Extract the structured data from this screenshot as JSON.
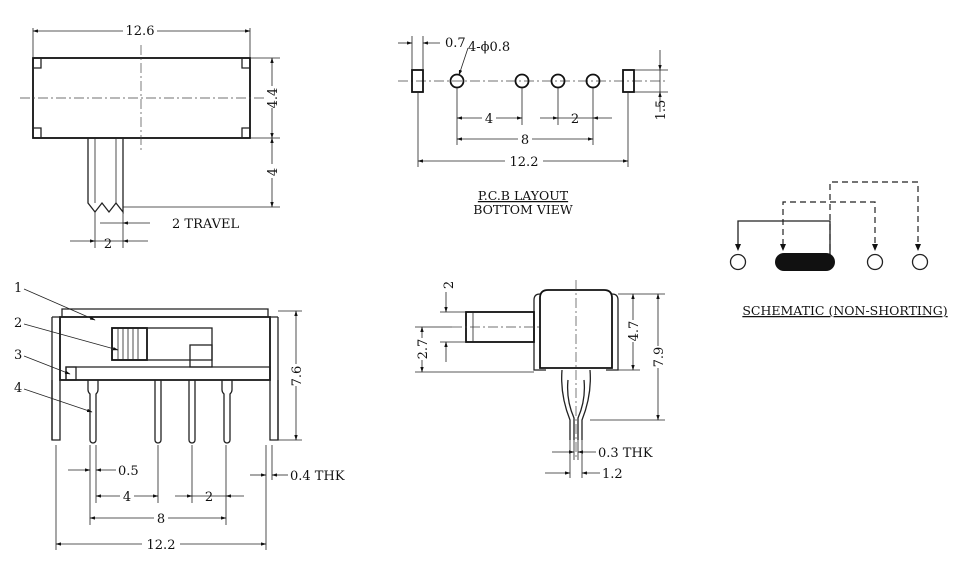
{
  "top_view": {
    "width_dim": "12.6",
    "body_height_dim": "4.4",
    "actuator_dim": "4",
    "actuator_width_dim": "2",
    "travel_label": "2 TRAVEL"
  },
  "pcb_layout": {
    "dim_slot": "0.7",
    "dim_holes": "4-ϕ0.8",
    "dim_pitch_4": "4",
    "dim_pitch_2": "2",
    "dim_span_8": "8",
    "dim_total": "12.2",
    "dim_slot_len": "1.5",
    "title_line1": "P.C.B LAYOUT",
    "title_line2": "BOTTOM VIEW"
  },
  "front_view": {
    "callout_1": "1",
    "callout_2": "2",
    "callout_3": "3",
    "callout_4": "4",
    "dim_height": "7.6",
    "dim_pin": "0.5",
    "dim_thk": "0.4 THK",
    "dim_4": "4",
    "dim_2": "2",
    "dim_8": "8",
    "dim_total": "12.2"
  },
  "side_view": {
    "dim_2": "2",
    "dim_2_7": "2.7",
    "dim_4_7": "4.7",
    "dim_7_9": "7.9",
    "dim_thk": "0.3 THK",
    "dim_1_2": "1.2"
  },
  "schematic": {
    "caption": "SCHEMATIC (NON-SHORTING)"
  }
}
